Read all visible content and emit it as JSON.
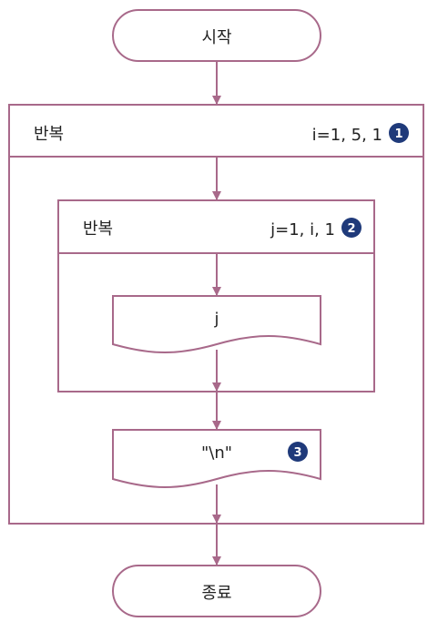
{
  "colors": {
    "stroke": "#a8698a",
    "badge": "#1f3a7a",
    "text": "#222222",
    "background": "#ffffff"
  },
  "start": {
    "label": "시작"
  },
  "outer_loop": {
    "label": "반복",
    "condition": "i=1, 5, 1",
    "badge": "1"
  },
  "inner_loop": {
    "label": "반복",
    "condition": "j=1, i, 1",
    "badge": "2"
  },
  "output_j": {
    "label": "j"
  },
  "output_newline": {
    "label": "\"\\n\"",
    "badge": "3"
  },
  "end": {
    "label": "종료"
  }
}
